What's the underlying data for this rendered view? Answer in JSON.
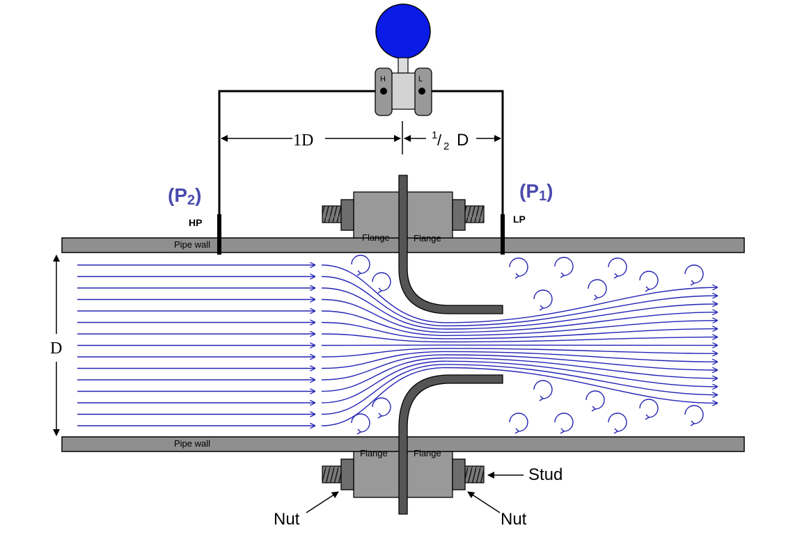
{
  "labels": {
    "one_d": "1D",
    "half_d_num": "1",
    "half_d_slash": "/",
    "half_d_den": "2",
    "half_d_unit": "D",
    "p2_open": "(P",
    "p2_sub": "2",
    "p2_close": ")",
    "p1_open": "(P",
    "p1_sub": "1",
    "p1_close": ")",
    "hp": "HP",
    "lp": "LP",
    "pipe_wall_top": "Pipe wall",
    "pipe_wall_bottom": "Pipe wall",
    "flange_top_left": "Flange",
    "flange_top_right": "Flange",
    "flange_bottom_left": "Flange",
    "flange_bottom_right": "Flange",
    "d": "D",
    "stud": "Stud",
    "nut_left": "Nut",
    "nut_right": "Nut",
    "transmitter_h": "H",
    "transmitter_l": "L"
  },
  "colors": {
    "gauge": "#0a1be6",
    "flow": "#2323b5",
    "pressure_label": "#4a4aae",
    "pipe_wall": "#8f8f8f",
    "flange": "#999999",
    "plate": "#555555"
  }
}
